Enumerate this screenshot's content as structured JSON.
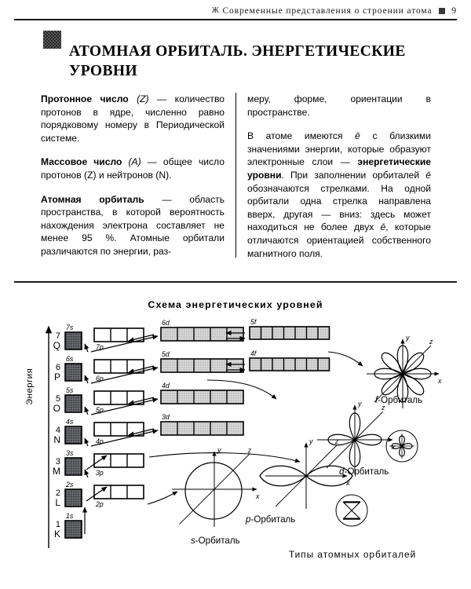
{
  "running_head": {
    "ornament": "Ж",
    "text": "Современные  представления  о  строении  атома",
    "page_number": "9"
  },
  "section": {
    "title": "АТОМНАЯ ОРБИТАЛЬ. ЭНЕРГЕТИЧЕСКИЕ УРОВНИ"
  },
  "body": {
    "left_column": [
      {
        "term": "Протонное число",
        "symbol": "(Z)",
        "text": " — количество протонов в ядре, численно равно порядковому номеру в Периодической системе."
      },
      {
        "term": "Массовое число",
        "symbol": "(A)",
        "text": " — общее число протонов (Z) и нейтронов (N)."
      },
      {
        "term": "Атомная орбиталь",
        "symbol": "",
        "text": " — область пространства, в которой вероятность нахождения электрона составляет не менее 95 %. Атомные орбитали различаются по энергии, раз-"
      }
    ],
    "right_column": [
      {
        "text": "меру, форме, ориентации в пространстве."
      },
      {
        "part1": "В атоме имеются ",
        "e1": "ē",
        "part2": " с близкими значениями энергии, которые образуют электронные слои — ",
        "bold": "энергетические уровни",
        "part3": ". При заполнении орбиталей ",
        "e2": "ē",
        "part4": " обозначаются стрелками. На одной орбитали одна стрелка направлена вверх, другая — вниз: здесь может находиться не более двух ",
        "e3": "ē",
        "part5": ", которые отличаются ориентацией собственного магнитного поля."
      }
    ]
  },
  "figure": {
    "title": "Схема  энергетических  уровней",
    "axis_label": "Энергия",
    "types_label": "Типы  атомных  орбиталей",
    "levels": [
      {
        "n": "7",
        "shell": "Q",
        "s": "7s",
        "p": "7p",
        "d": "6d",
        "f": "5f"
      },
      {
        "n": "6",
        "shell": "P",
        "s": "6s",
        "p": "6p",
        "d": "5d",
        "f": "4f"
      },
      {
        "n": "5",
        "shell": "O",
        "s": "5s",
        "p": "5p",
        "d": "4d",
        "f": ""
      },
      {
        "n": "4",
        "shell": "N",
        "s": "4s",
        "p": "4p",
        "d": "3d",
        "f": ""
      },
      {
        "n": "3",
        "shell": "M",
        "s": "3s",
        "p": "3p",
        "d": "",
        "f": ""
      },
      {
        "n": "2",
        "shell": "L",
        "s": "2s",
        "p": "2p",
        "d": "",
        "f": ""
      },
      {
        "n": "1",
        "shell": "K",
        "s": "1s",
        "p": "",
        "d": "",
        "f": ""
      }
    ],
    "cell_counts": {
      "s": 1,
      "p": 3,
      "d": 5,
      "f": 7
    },
    "orbital_captions": [
      {
        "letter": "s",
        "rest": "-Орбиталь"
      },
      {
        "letter": "p",
        "rest": "-Орбиталь"
      },
      {
        "letter": "d",
        "rest": "-Орбиталь"
      },
      {
        "letter": "f",
        "rest": "-Орбиталь"
      }
    ],
    "axis_ticks": [
      "x",
      "y",
      "z"
    ],
    "colors": {
      "ink": "#000000",
      "s_fill": "#55565a",
      "p_fill": "#ffffff",
      "d_fill": "#c9c9c9",
      "f_fill": "#c9c9c9"
    }
  }
}
